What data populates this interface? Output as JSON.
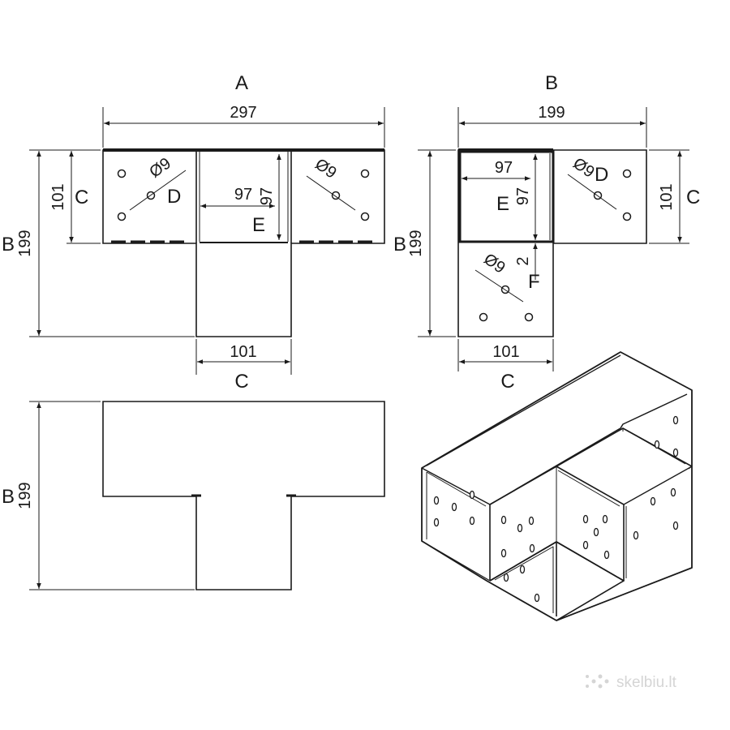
{
  "labels": {
    "A": "A",
    "B": "B",
    "C": "C",
    "D": "D",
    "E": "E",
    "F": "F"
  },
  "dimensions": {
    "d297": "297",
    "d199": "199",
    "d101": "101",
    "d97": "97",
    "dia9": "Ø9",
    "d2": "2"
  },
  "watermark": "skelbiu.lt"
}
